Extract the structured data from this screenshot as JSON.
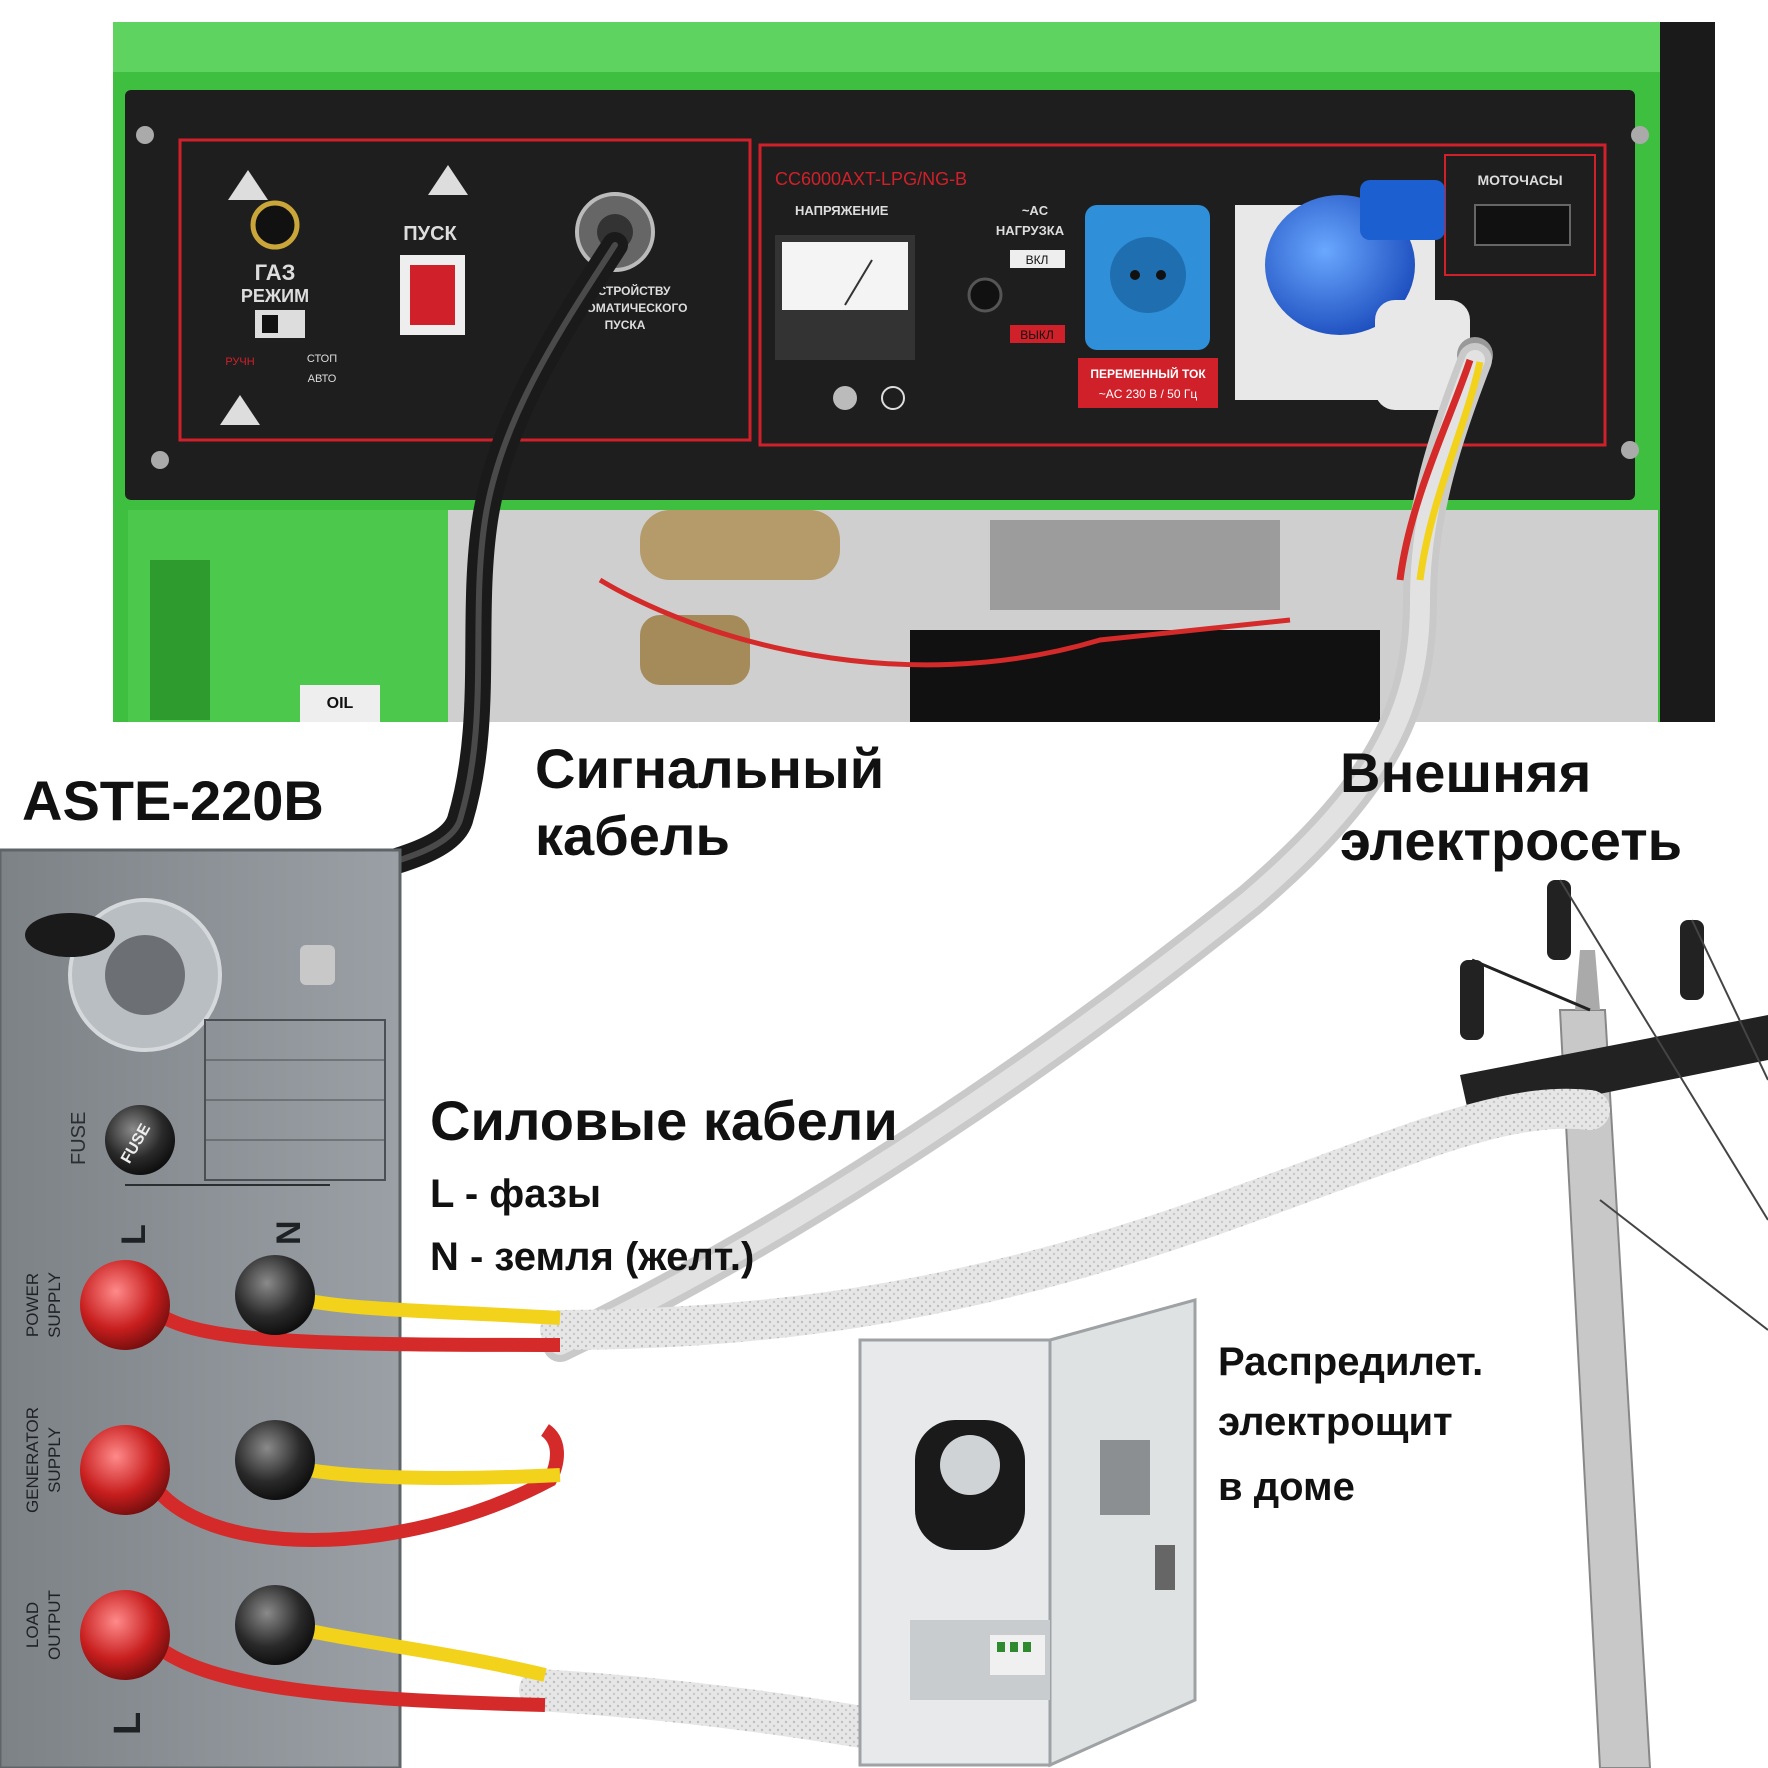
{
  "labels": {
    "device": "ASTE-220B",
    "signal": [
      "Сигнальный",
      "кабель"
    ],
    "grid": [
      "Внешняя",
      "электросеть"
    ],
    "power": [
      "Силовые кабели",
      "L - фазы",
      "N - земля (желт.)"
    ],
    "panel": [
      "Распредилет.",
      "электрощит",
      "в доме"
    ]
  },
  "generator_panel": {
    "model": "CC6000AXT-LPG/NG-B",
    "gas": "ГАЗ",
    "mode": "РЕЖИМ",
    "start": "ПУСК",
    "manual": "РУЧН",
    "stop": "СТОП",
    "auto": "АВТО",
    "ats_port": [
      "К УСТРОЙСТВУ",
      "АВТОМАТИЧЕСКОГО",
      "ПУСКА"
    ],
    "voltage": "НАПРЯЖЕНИЕ",
    "ac_load": [
      "~AC",
      "НАГРУЗКА"
    ],
    "on": "ВКЛ",
    "off": "ВЫКЛ",
    "ac_current": [
      "ПЕРЕМЕННЫЙ ТОК",
      "~AC 230 В / 50 Гц"
    ],
    "hours": "МОТОЧАСЫ",
    "oil": "OIL"
  },
  "ats_device": {
    "fuse": "FUSE",
    "fuse_cap": "FUSE",
    "L": "L",
    "N": "N",
    "power_supply": [
      "POWER",
      "SUPPLY"
    ],
    "generator_supply": [
      "GENERATOR",
      "SUPPLY"
    ],
    "load_output": [
      "LOAD",
      "OUTPUT"
    ]
  },
  "colors": {
    "generator_green": "#3fbf3f",
    "panel_black": "#1e1e1e",
    "accent_red": "#d0202a",
    "wire_red": "#d42a2a",
    "wire_yellow": "#f2d21a",
    "cable_gray": "#d9d9d9",
    "device_gray": "#8a8f94"
  }
}
